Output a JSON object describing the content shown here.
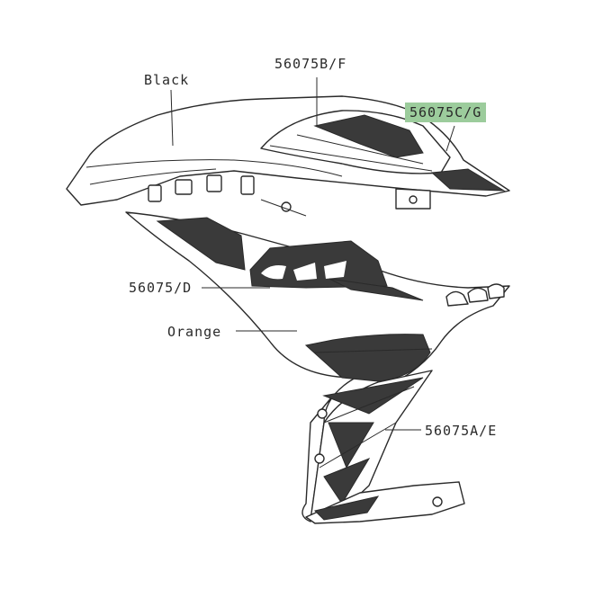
{
  "labels": {
    "black": "Black",
    "part_b_f": "56075B/F",
    "part_c_g": "56075C/G",
    "part_d": "56075/D",
    "orange": "Orange",
    "part_a_e": "56075A/E"
  },
  "colors": {
    "highlight": "#9ccc9c",
    "line": "#2a2a2a"
  }
}
